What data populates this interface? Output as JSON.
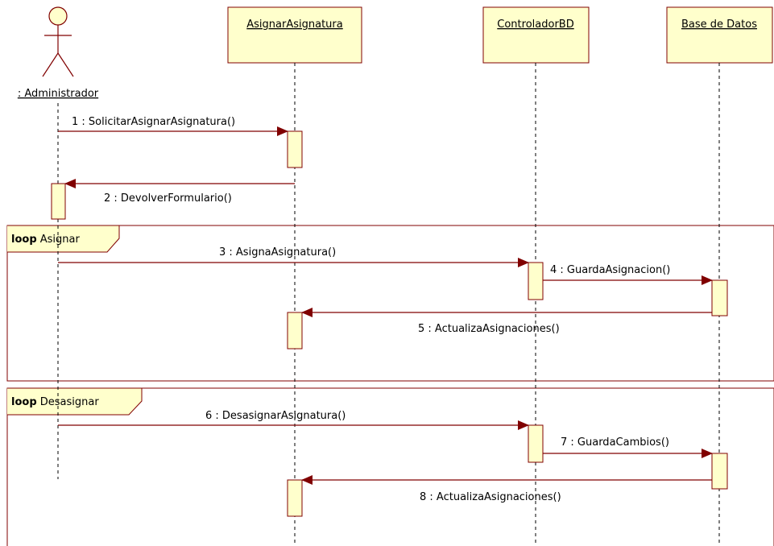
{
  "diagram": {
    "actor": {
      "name": ": Administrador"
    },
    "objects": [
      {
        "name": "AsignarAsignatura"
      },
      {
        "name": "ControladorBD"
      },
      {
        "name": "Base de Datos"
      }
    ],
    "messages": [
      {
        "label": "1 : SolicitarAsignarAsignatura()"
      },
      {
        "label": "2 : DevolverFormulario()"
      },
      {
        "label": "3 : AsignaAsignatura()"
      },
      {
        "label": "4 : GuardaAsignacion()"
      },
      {
        "label": "5 : ActualizaAsignaciones()"
      },
      {
        "label": "6 : DesasignarAsignatura()"
      },
      {
        "label": "7 : GuardaCambios()"
      },
      {
        "label": "8 : ActualizaAsignaciones()"
      }
    ],
    "fragments": [
      {
        "operator": "loop",
        "guard": "Asignar"
      },
      {
        "operator": "loop",
        "guard": "Desasignar"
      }
    ],
    "colors": {
      "box_fill": "#ffffcc",
      "border": "#800000",
      "arrow": "#800000",
      "text": "#000000"
    }
  }
}
